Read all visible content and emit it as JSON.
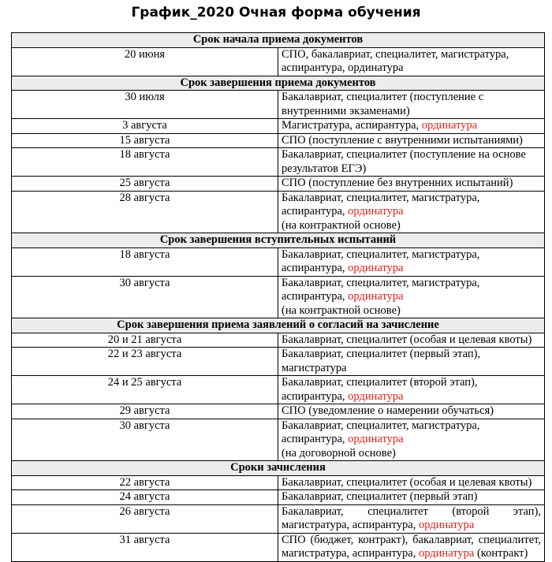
{
  "title": "График_2020 Очная форма обучения",
  "colors": {
    "highlight": "#e0211b"
  },
  "sections": {
    "s1": {
      "header": "Срок начала приема документов",
      "rows": [
        {
          "date": "20 июня",
          "text": "СПО, бакалавриат, специалитет, магистратура, аспирантура, ординатура"
        }
      ]
    },
    "s2": {
      "header": "Срок завершения приема документов",
      "rows": [
        {
          "date": "30 июля",
          "text": "Бакалавриат, специалитет (поступление с внутренними экзаменами)"
        },
        {
          "date": "3 августа",
          "text": "Магистратура, аспирантура, ",
          "red": "ординатура"
        },
        {
          "date": "15 августа",
          "text": "СПО (поступление с внутренними испытаниями)"
        },
        {
          "date": "18 августа",
          "text": "Бакалавриат, специалитет (поступление на основе результатов ЕГЭ)"
        },
        {
          "date": "25 августа",
          "text": "СПО (поступление без внутренних испытаний)"
        },
        {
          "date": "28 августа",
          "text": "Бакалавриат, специалитет, магистратура, аспирантура, ",
          "red": "ординатура",
          "line2": "(на контрактной основе)"
        }
      ]
    },
    "s3": {
      "header": "Срок завершения вступительных испытаний",
      "rows": [
        {
          "date": "18 августа",
          "text": "Бакалавриат, специалитет, магистратура, аспирантура, ",
          "red": "ординатура"
        },
        {
          "date": "30 августа",
          "text": "Бакалавриат, специалитет, магистратура, аспирантура, ",
          "red": "ординатура",
          "line2": "(на контрактной основе)"
        }
      ]
    },
    "s4": {
      "header": "Срок завершения приема заявлений о согласий на зачисление",
      "rows": [
        {
          "date": "20 и 21 августа",
          "text": "Бакалавриат, специалитет (особая и целевая квоты)"
        },
        {
          "date": "22 и 23 августа",
          "text": "Бакалавриат, специалитет (первый этап), магистратура"
        },
        {
          "date": "24 и 25 августа",
          "text": "Бакалавриат, специалитет (второй этап), аспирантура, ",
          "red": "ординатура"
        },
        {
          "date": "29 августа",
          "text": "СПО (уведомление о намерении обучаться)"
        },
        {
          "date": "30 августа",
          "text": "Бакалавриат, специалитет, магистратура, аспирантура, ",
          "red": "ординатура",
          "line2": "(на договорной основе)"
        }
      ]
    },
    "s5": {
      "header": "Сроки зачисления",
      "rows": [
        {
          "date": "22 августа",
          "text": "Бакалавриат, специалитет (особая и целевая квоты)"
        },
        {
          "date": "24 августа",
          "text": "Бакалавриат, специалитет (первый этап)"
        },
        {
          "date": "26 августа",
          "text": "Бакалавриат, специалитет (второй этап), магистратура, аспирантура, ",
          "red": "ординатура"
        },
        {
          "date": "31 августа",
          "text": "СПО (бюджет, контракт), бакалавриат, специалитет, магистратура, аспирантура, ",
          "red": "ординатура",
          "after": " (контракт)"
        }
      ]
    }
  }
}
